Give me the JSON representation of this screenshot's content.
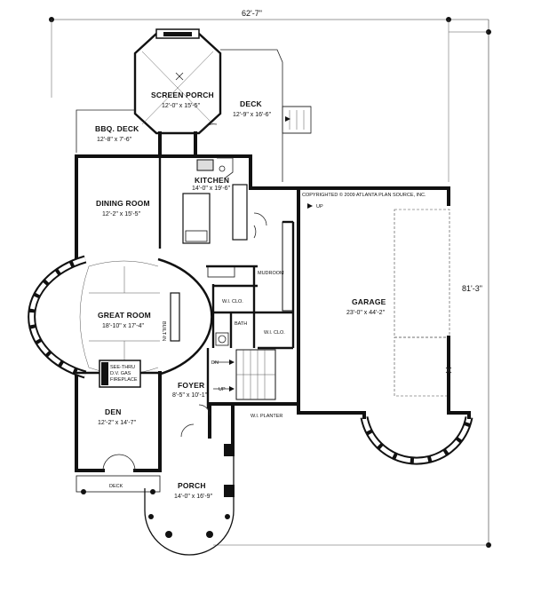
{
  "dimensions": {
    "width_label": "62'-7\"",
    "depth_label": "81'-3\""
  },
  "copyright": "COPYRIGHTED © 2009 ATLANTA PLAN SOURCE, INC.",
  "rooms": {
    "screen_porch": {
      "name": "SCREEN PORCH",
      "size": "12'-0\" x 15'-5\""
    },
    "deck": {
      "name": "DECK",
      "size": "12'-9\" x 16'-6\""
    },
    "bbq_deck": {
      "name": "BBQ. DECK",
      "size": "12'-8\" x 7'-6\""
    },
    "kitchen": {
      "name": "KITCHEN",
      "size": "14'-0\" x 19'-6\""
    },
    "dining_room": {
      "name": "DINING  ROOM",
      "size": "12'-2\" x 15'-5\""
    },
    "great_room": {
      "name": "GREAT ROOM",
      "size": "18'-10\" x 17'-4\""
    },
    "garage": {
      "name": "GARAGE",
      "size": "23'-0\" x 44'-2\""
    },
    "foyer": {
      "name": "FOYER",
      "size": "8'-5\" x 10'-1\""
    },
    "den": {
      "name": "DEN",
      "size": "12'-2\" x 14'-7\""
    },
    "porch": {
      "name": "PORCH",
      "size": "14'-0\" x 16'-9\""
    }
  },
  "labels": {
    "mudroom": "MUDROOM",
    "wi_clo_1": "W.I. CLO.",
    "wi_clo_2": "W.I. CLO.",
    "bath": "BATH",
    "built_in": "BUILT-IN",
    "fireplace_1": "SEE-THRU",
    "fireplace_2": "D.V. GAS",
    "fireplace_3": "FIREPLACE",
    "wi_planter": "W.I. PLANTER",
    "den_deck": "DECK",
    "up_garage": "UP",
    "dn_stairs": "DN",
    "up_stairs": "UP"
  }
}
